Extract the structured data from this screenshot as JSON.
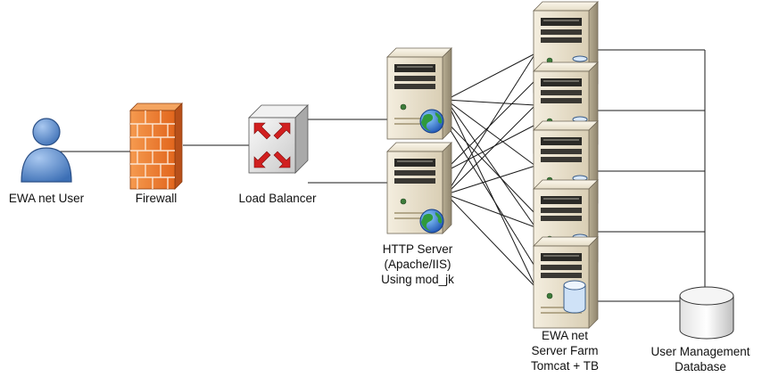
{
  "nodes": {
    "user": {
      "label": "EWA net User"
    },
    "firewall": {
      "label": "Firewall"
    },
    "load_balancer": {
      "label": "Load Balancer"
    },
    "http_server": {
      "label_lines": [
        "HTTP Server",
        "(Apache/IIS)",
        "Using mod_jk"
      ]
    },
    "server_farm": {
      "label_lines": [
        "EWA net",
        "Server Farm",
        "Tomcat + TB"
      ]
    },
    "database": {
      "label_lines": [
        "User Management",
        "Database"
      ]
    }
  },
  "colors": {
    "line": "#1a1a1a",
    "server_body": "#e6dcc6",
    "firewall": "#e8742a",
    "user": "#5b8fd0",
    "globe": "#2f7d3c",
    "load_balancer_arrows": "#d11f1f"
  }
}
